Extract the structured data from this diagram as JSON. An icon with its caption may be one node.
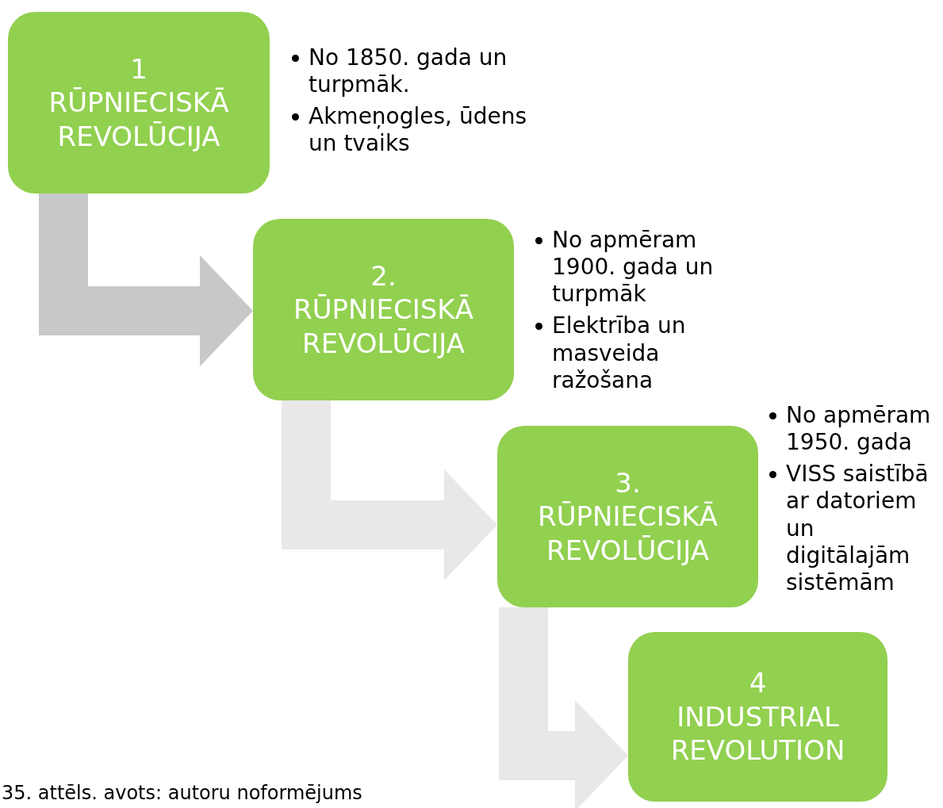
{
  "diagram": {
    "caption": "35. attēls. avots: autoru noformējums",
    "nodes": [
      {
        "text": [
          "1",
          "RŪPNIECISKĀ REVOLŪCIJA"
        ],
        "beside": [
          "No 1850. gada un turpmāk.",
          "Akmeņogles, ūdens un tvaiks"
        ]
      },
      {
        "text": [
          "2.",
          "RŪPNIECISKĀ REVOLŪCIJA"
        ],
        "beside": [
          "No apmēram 1900. gada un turpmāk",
          "Elektrība un masveida ražošana"
        ]
      },
      {
        "text": [
          "3.",
          "RŪPNIECISKĀ REVOLŪCIJA"
        ],
        "beside": [
          "No apmēram 1950. gada",
          "VISS saistībā ar datoriem un digitālajām sistēmām"
        ]
      },
      {
        "text": [
          "4",
          "INDUSTRIAL REVOLUTION"
        ]
      }
    ],
    "edges": [
      {
        "from": 0,
        "to": 1,
        "arrow": "to",
        "color": "#c8c8c8"
      },
      {
        "from": 1,
        "to": 2,
        "arrow": "to"
      },
      {
        "from": 2,
        "to": 3,
        "arrow": "to"
      }
    ]
  }
}
